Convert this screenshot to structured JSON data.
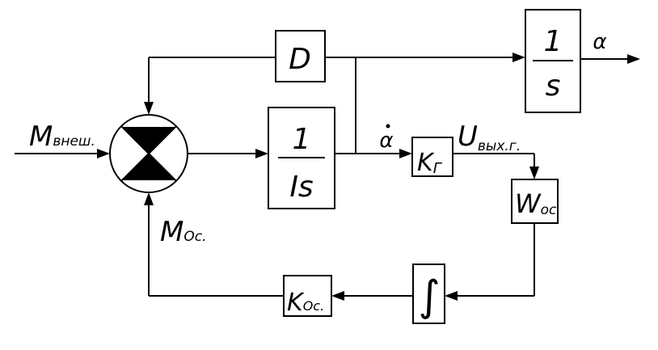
{
  "diagram": {
    "summing_junction": {
      "symbol": "sum"
    },
    "blocks": {
      "d": {
        "label": "D"
      },
      "integrator_out": {
        "numerator": "1",
        "denominator": "s"
      },
      "inertia": {
        "numerator": "1",
        "denominator": "Is"
      },
      "kg": {
        "main": "K",
        "sub": "Г"
      },
      "woc": {
        "main": "W",
        "sub": "ос"
      },
      "integral": {
        "symbol": "∫"
      },
      "koc": {
        "main": "K",
        "sub": "Ос."
      }
    },
    "signals": {
      "m_ext": {
        "main": "M",
        "sub": "внеш."
      },
      "m_fb": {
        "main": "M",
        "sub": "Ос."
      },
      "alpha": {
        "text": "α"
      },
      "alpha_dot": {
        "text": "α"
      },
      "u_out": {
        "main": "U",
        "sub": "вых.г."
      }
    }
  }
}
